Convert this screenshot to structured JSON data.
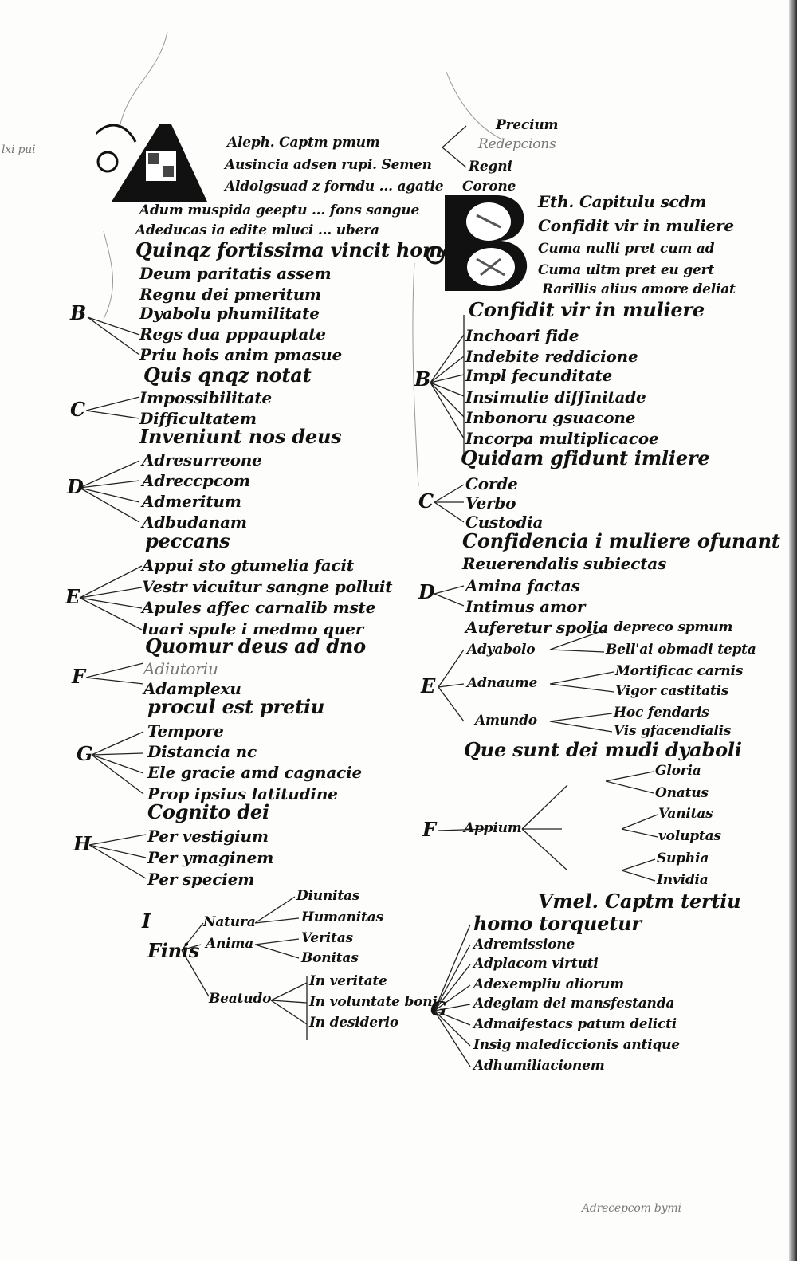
{
  "left_column": {
    "initial_letter": "A",
    "lines": [
      "Aleph. Captm pmum",
      "Ausincia adsen rupi. Semen",
      "Aldolgsuad z forndu ... agatie",
      "Adum muspida geeptu ... fons sangue",
      "Adeducas ia edite mluci ... ubera",
      "Quinqz fortissima vincit homo",
      "Deum paritatis assem",
      "Regnu dei pmeritum",
      "Dyabolu phumilitate",
      "Regs dua pppauptate",
      "Priu hois anim pmasue",
      "Quis qnqz notat",
      "Impossibilitate",
      "Difficultatem",
      "Inveniunt nos deus",
      "Adresurreone",
      "Adreccpcom",
      "Admeritum",
      "Adbudanam",
      "peccans",
      "Appui sto gtumelia facit",
      "Vestr vicuitur sangne polluit",
      "Apules affec carnalib mste",
      "luari spule i medmo quer",
      "Quomur deus ad dno",
      "Adiutoriu",
      "Adamplexu",
      "procul est pretiu",
      "Tempore",
      "Distancia nc",
      "Ele gracie amd cagnacie",
      "Prop ipsius latitudine",
      "Cognito dei",
      "Per vestigium",
      "Per ymaginem",
      "Per speciem"
    ],
    "side_letters": [
      "B",
      "C",
      "D",
      "E",
      "F",
      "G",
      "H",
      "I"
    ],
    "bottom_group": {
      "root": "Finis",
      "branches": [
        "Natura",
        "Anima",
        "Beatudo"
      ],
      "leaves": [
        "Diunitas",
        "Humanitas",
        "Veritas",
        "Bonitas",
        "In veritate",
        "In voluntate boni",
        "In desiderio"
      ]
    }
  },
  "right_column": {
    "top_lines": [
      "Precium",
      "Redepcions",
      "Regni",
      "Corone"
    ],
    "initial_letter": "B",
    "lines": [
      "Eth. Capitulu scdm",
      "Confidit vir in muliere",
      "Cuma nulli pret cum ad",
      "Cuma ultm pret eu gert",
      "Rarillis alius amore deliat",
      "Confidit vir in muliere",
      "Inchoari fide",
      "Indebite reddicione",
      "Impl fecunditate",
      "Insimulie diffinitade",
      "Inbonoru gsuacone",
      "Incorpa multiplicacoe",
      "Quidam gfidunt imliere",
      "Corde",
      "Verbo",
      "Custodia",
      "Confidencia i muliere ofunant",
      "Reuerendalis subiectas",
      "Amina factas",
      "Intimus amor",
      "Auferetur spolia",
      "Adyabolo",
      "Adnaume",
      "Amundo",
      "Que sunt dei mudi dyaboli",
      "Appium",
      "Vmel. Captm tertiu",
      "homo torquetur",
      "Adremissione",
      "Adplacom virtuti",
      "Adexempliu aliorum",
      "Adeglam dei mansfestanda",
      "Admaifestacs patum delicti",
      "Insig malediccionis antique",
      "Adhumiliacionem"
    ],
    "sub_leaves": [
      "depreco spmum",
      "Bell'ai obmadi tepta",
      "Mortificac carnis",
      "Vigor castitatis",
      "Hoc fendaris",
      "Vis gfacendialis",
      "Gloria",
      "Onatus",
      "Vanitas",
      "voluptas",
      "Suphia",
      "Invidia"
    ],
    "side_letters": [
      "B",
      "C",
      "D",
      "E",
      "F",
      "G"
    ]
  },
  "margin_notes": {
    "top_left": "lxi pui",
    "catchword": "Adrecepcom bymi"
  }
}
